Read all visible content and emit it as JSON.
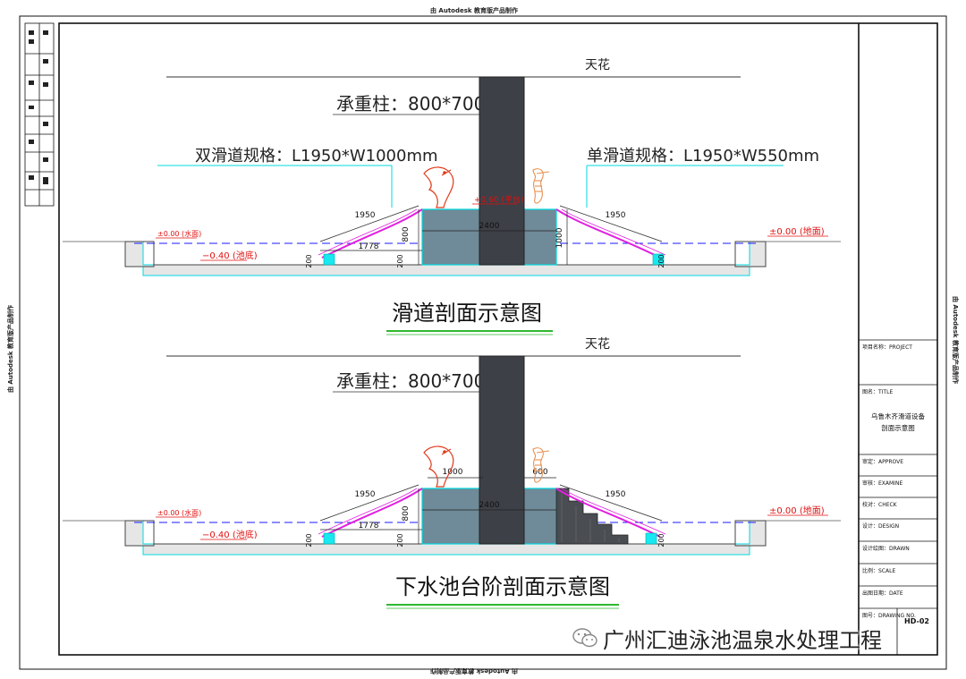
{
  "top_stamp": "由 Autodesk 教育版产品制作",
  "bottom_stamp": "由 Autodesk 教育版产品制作",
  "side_stamp": "由 Autodesk 教育版产品制作",
  "section1": {
    "ceiling_label": "天花",
    "column_label": "承重柱：800*700mm",
    "double_slide_label": "双滑道规格：L1950*W1000mm",
    "single_slide_label": "单滑道规格：L1950*W550mm",
    "level_plus060": "+0.60 (平台)",
    "level_water": "±0.00 (水面)",
    "level_ground": "±0.00 (地面)",
    "level_bottom": "−0.40 (池底)",
    "dim_2400": "2400",
    "dim_1950_left": "1950",
    "dim_1950_right": "1950",
    "dim_1778": "1778",
    "dim_800": "800",
    "dim_1000": "1000",
    "dim_200_a": "200",
    "dim_200_b": "200",
    "dim_200_c": "200",
    "title": "滑道剖面示意图"
  },
  "section2": {
    "ceiling_label": "天花",
    "column_label": "承重柱：800*700mm",
    "level_water": "±0.00 (水面)",
    "level_ground": "±0.00 (地面)",
    "level_bottom": "−0.40 (池底)",
    "dim_2400": "2400",
    "dim_1000": "1000",
    "dim_600": "600",
    "dim_1950_left": "1950",
    "dim_1950_right": "1950",
    "dim_1778": "1778",
    "dim_800": "800",
    "dim_200_a": "200",
    "dim_200_b": "200",
    "dim_200_c": "200",
    "title": "下水池台阶剖面示意图"
  },
  "title_block": {
    "project_label": "项目名称：PROJECT",
    "drawing_label": "图名：TITLE",
    "drawing_name_1": "乌鲁木齐滑道设备",
    "drawing_name_2": "剖面示意图",
    "approve_label": "审定：APPROVE",
    "examine_label": "审核：EXAMINE",
    "check_label": "校对：CHECK",
    "design_label": "设计：DESIGN",
    "draw_label": "设计绘图：DRAWN",
    "scale_label": "比例：SCALE",
    "date_label": "出图日期：DATE",
    "drawing_no_label": "图号：DRAWING NO.",
    "drawing_no": "HD-02"
  },
  "watermark": "广州汇迪泳池温泉水处理工程",
  "colors": {
    "pool_outline": "#00d8e0",
    "slide": "#e020e0",
    "water_line": "#1a1aff",
    "column": "#3d4047",
    "platform": "#6f8a98",
    "level_red": "#e01010",
    "deco_red": "#e03a1a",
    "deco_orange": "#e89050"
  }
}
